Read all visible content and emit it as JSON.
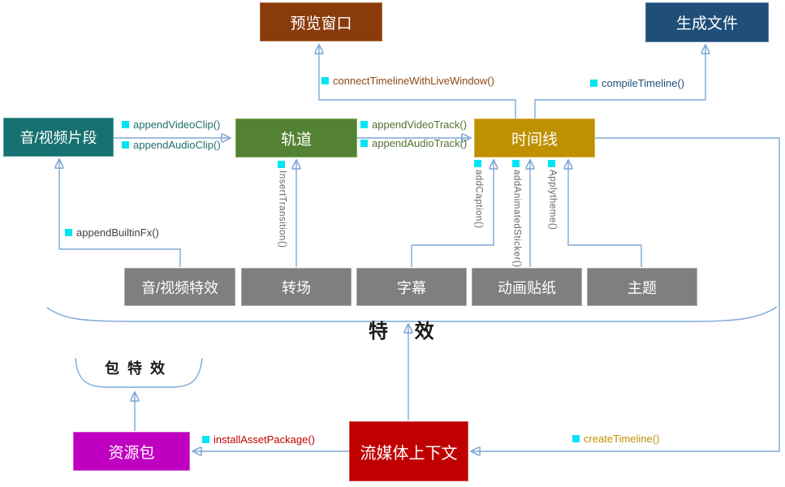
{
  "boxes": {
    "preview": {
      "label": "预览窗口",
      "color": "#8A3B0C"
    },
    "generate_file": {
      "label": "生成文件",
      "color": "#1F4E79"
    },
    "av_clip": {
      "label": "音/视频片段",
      "color": "#177170"
    },
    "track": {
      "label": "轨道",
      "color": "#548235"
    },
    "timeline": {
      "label": "时间线",
      "color": "#BF9000"
    },
    "av_fx": {
      "label": "音/视频特效",
      "color": "#7F7F7F"
    },
    "transition": {
      "label": "转场",
      "color": "#7F7F7F"
    },
    "caption": {
      "label": "字幕",
      "color": "#7F7F7F"
    },
    "animated_sticker": {
      "label": "动画贴纸",
      "color": "#7F7F7F"
    },
    "theme": {
      "label": "主题",
      "color": "#7F7F7F"
    },
    "asset_package": {
      "label": "资源包",
      "color": "#C000C0"
    },
    "streaming_context": {
      "label": "流媒体上下文",
      "color": "#C00000"
    }
  },
  "methods": {
    "append_video_clip": {
      "label": "appendVideoClip()",
      "color": "#20706C"
    },
    "append_audio_clip": {
      "label": "appendAudioClip()",
      "color": "#20706C"
    },
    "append_video_track": {
      "label": "appendVideoTrack()",
      "color": "#537032"
    },
    "append_audio_track": {
      "label": "appendAudioTrack()",
      "color": "#537032"
    },
    "connect_timeline_with_live_window": {
      "label": "connectTimelineWithLiveWindow()",
      "color": "#8C4A17"
    },
    "compile_timeline": {
      "label": "compileTimeline()",
      "color": "#1F4E79"
    },
    "append_builtin_fx": {
      "label": "appendBuiltinFx()",
      "color": "#3F3F3F"
    },
    "insert_transition": {
      "label": "InsertTransition()",
      "color": "#666666"
    },
    "add_caption": {
      "label": "addCaption()",
      "color": "#666666"
    },
    "add_animated_sticker": {
      "label": "addAnimatedSticker()",
      "color": "#666666"
    },
    "apply_theme": {
      "label": "Applytheme()",
      "color": "#666666"
    },
    "install_asset_package": {
      "label": "installAssetPackage()",
      "color": "#C00000"
    },
    "create_timeline": {
      "label": "createTimeline()",
      "color": "#BF9000"
    }
  },
  "annotations": {
    "effects_group": "特 效",
    "package_effects_group": "包 特 效"
  },
  "palette": {
    "connector_line": "#7FA8D5",
    "arrowhead": "#5B9BD5",
    "bullet": "#00E5F5",
    "background": "#FFFFFF"
  }
}
